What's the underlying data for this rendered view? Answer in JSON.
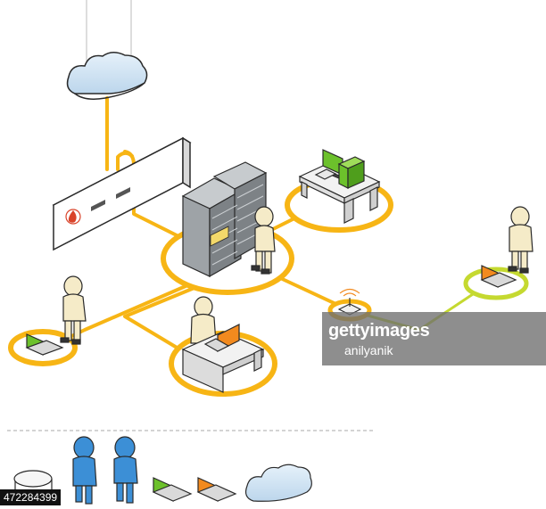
{
  "watermark": {
    "brand": "gettyimages",
    "credit": "anilyanik"
  },
  "image_id": "472284399",
  "colors": {
    "link_yellow": "#F7B515",
    "link_green": "#C5D930",
    "cloud_blue": "#D3E6F4",
    "person_skin": "#F5EBC8",
    "legend_person_blue": "#3C8FD6",
    "server_gray": "#8D9296",
    "monitor_green": "#6CC12B",
    "laptop_orange": "#F28A1E",
    "firewall_red": "#D9432A"
  },
  "icons": {
    "cloud": "cloud-icon",
    "firewall": "firewall-flame-icon",
    "server": "server-rack-icon",
    "desktop": "desktop-computer-icon",
    "laptop": "laptop-icon",
    "router": "wireless-router-icon",
    "person": "person-icon",
    "database": "database-icon"
  }
}
